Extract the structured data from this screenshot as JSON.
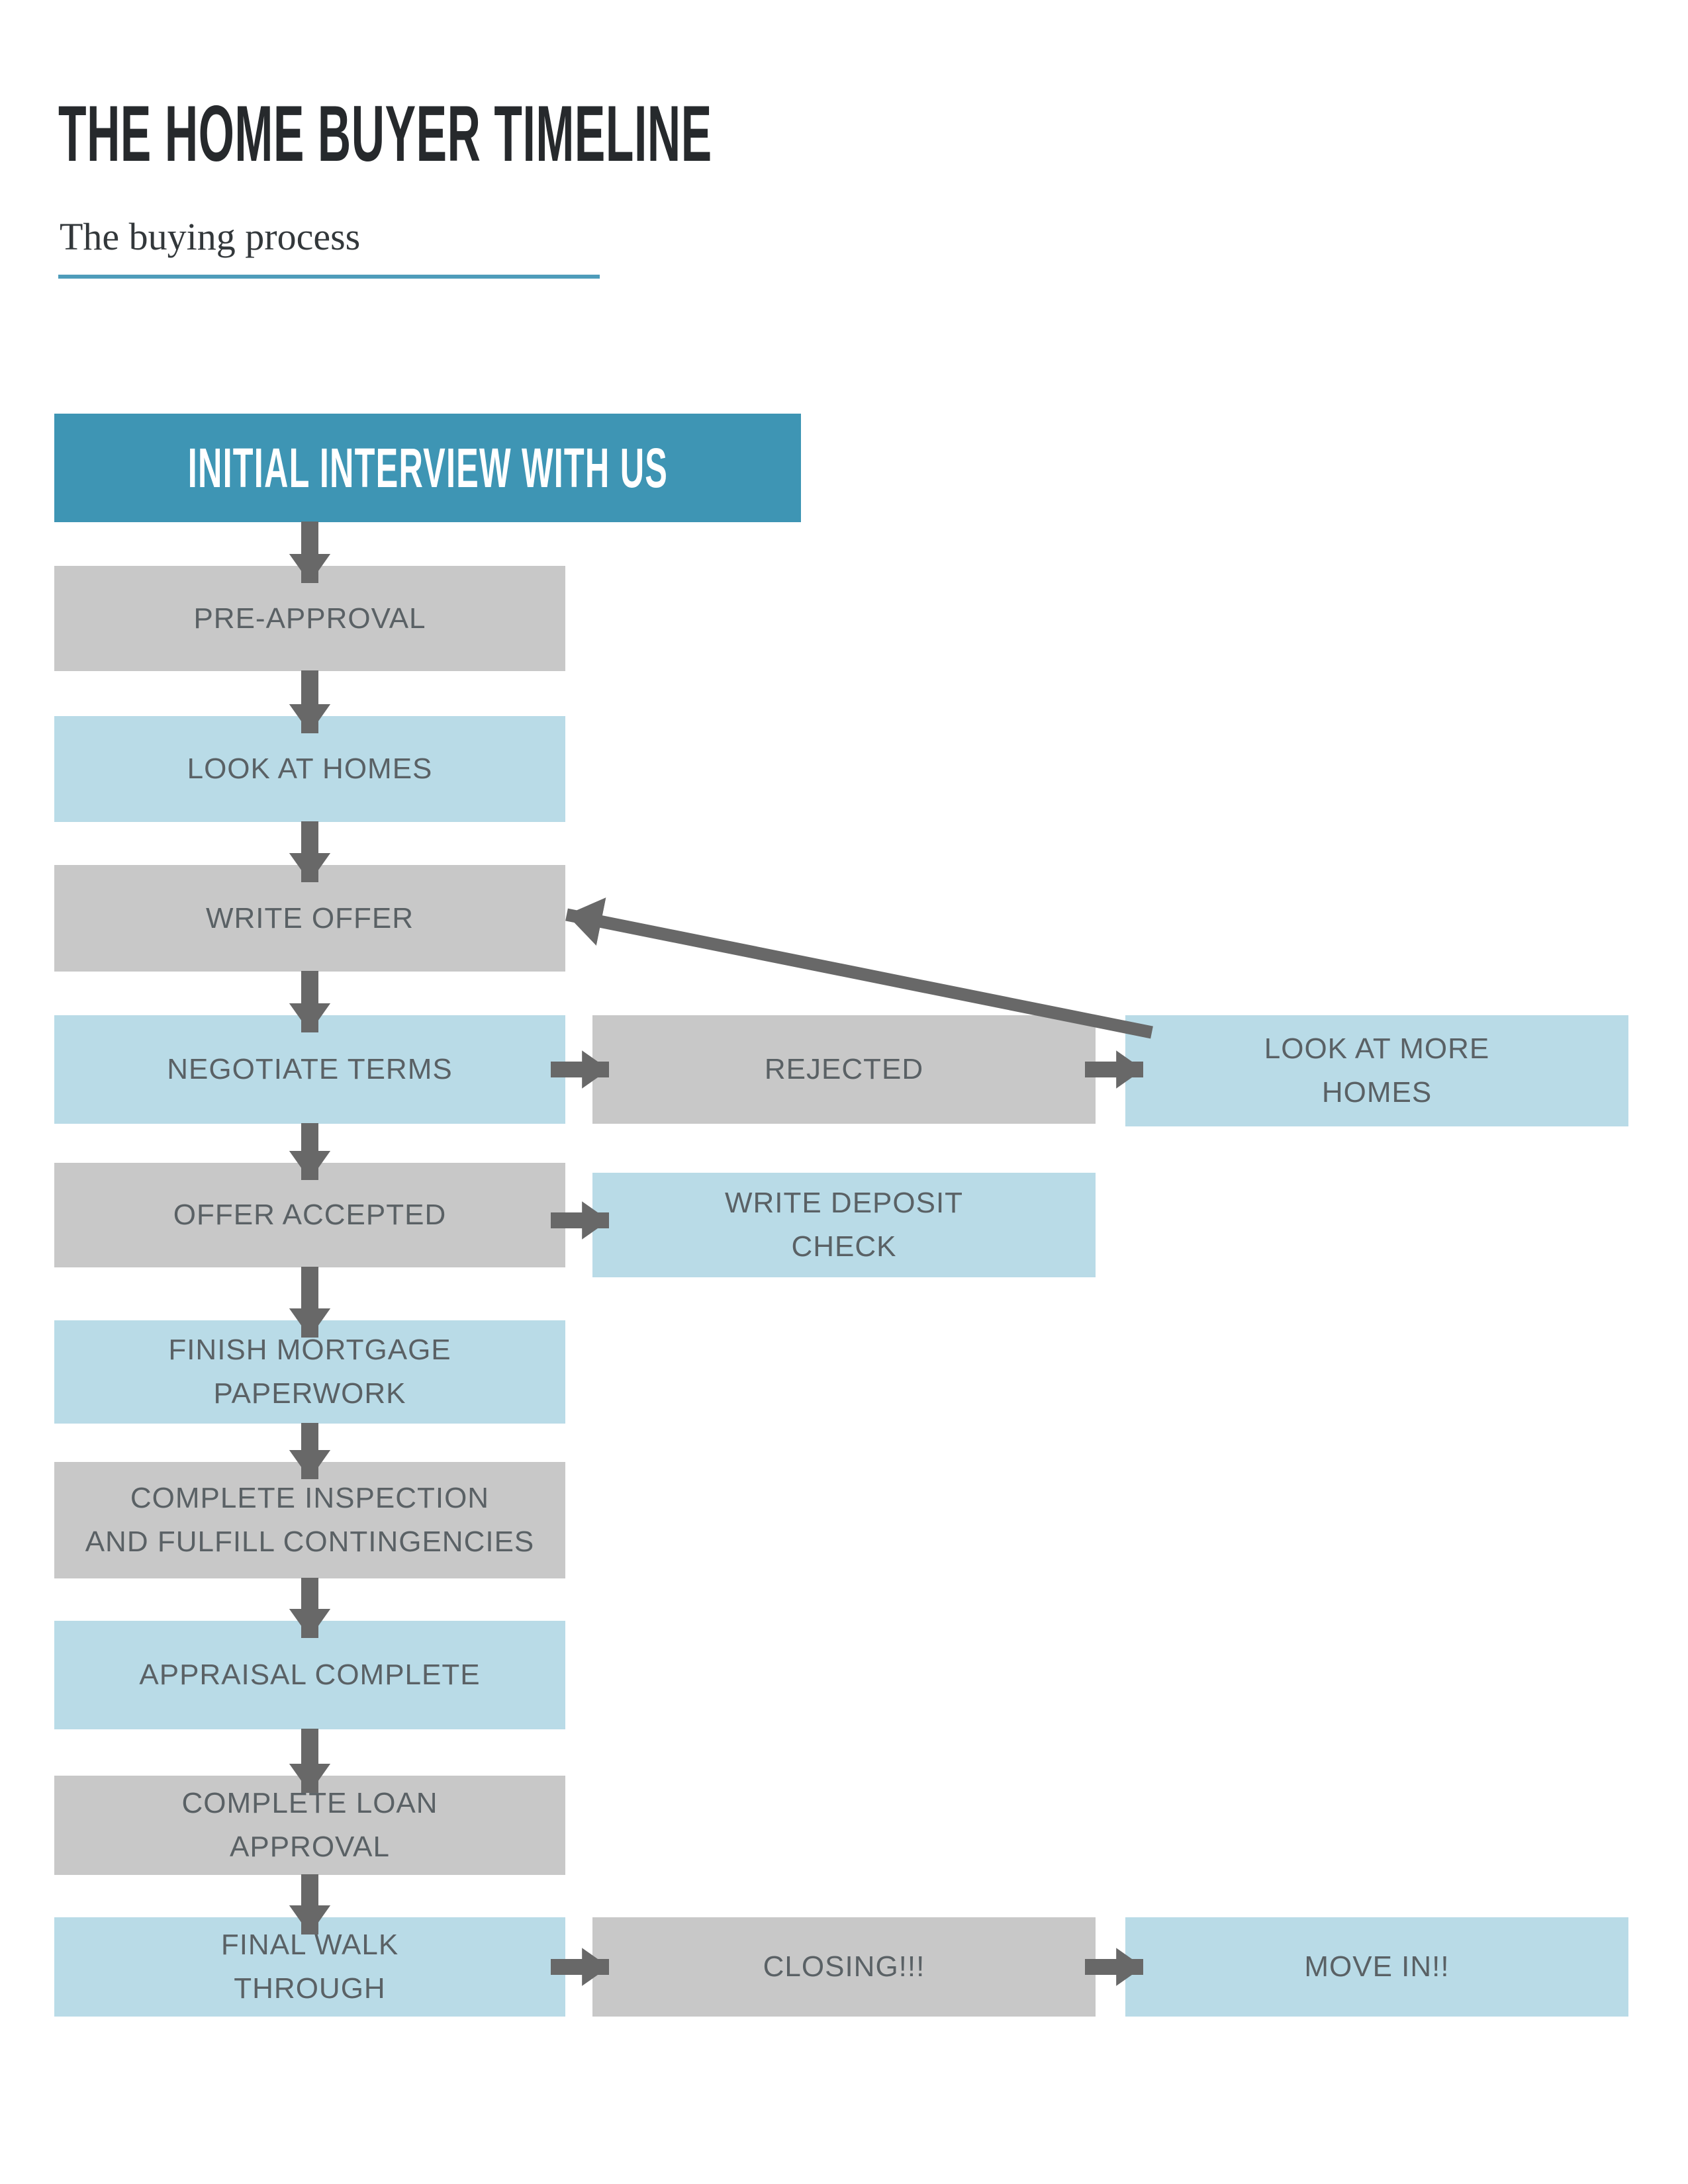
{
  "header": {
    "title": "THE HOME BUYER TIMELINE",
    "subtitle": "The buying process"
  },
  "colors": {
    "primary_teal": "#3E95B4",
    "light_blue": "#B9DBE7",
    "gray": "#C8C8C8",
    "arrow_gray": "#686868",
    "node_text": "#5A6165",
    "title_text": "#26292C",
    "subtitle_underline": "#4E9CBA"
  },
  "flowchart": {
    "nodes": {
      "initial": {
        "label": "INITIAL INTERVIEW WITH US",
        "variant": "teal"
      },
      "pre_approval": {
        "label": "PRE-APPROVAL",
        "variant": "gray"
      },
      "look_at_homes": {
        "label": "LOOK AT HOMES",
        "variant": "blue"
      },
      "write_offer": {
        "label": "WRITE OFFER",
        "variant": "gray"
      },
      "negotiate_terms": {
        "label": "NEGOTIATE TERMS",
        "variant": "blue"
      },
      "rejected": {
        "label": "REJECTED",
        "variant": "gray"
      },
      "look_at_more_homes": {
        "label": [
          "LOOK AT MORE",
          "HOMES"
        ],
        "variant": "blue"
      },
      "offer_accepted": {
        "label": "OFFER ACCEPTED",
        "variant": "gray"
      },
      "write_deposit_check": {
        "label": [
          "WRITE DEPOSIT",
          "CHECK"
        ],
        "variant": "blue"
      },
      "finish_mortgage_paperwork": {
        "label": [
          "FINISH MORTGAGE",
          "PAPERWORK"
        ],
        "variant": "blue"
      },
      "complete_inspection": {
        "label": [
          "COMPLETE INSPECTION",
          "AND FULFILL CONTINGENCIES"
        ],
        "variant": "gray"
      },
      "appraisal_complete": {
        "label": "APPRAISAL COMPLETE",
        "variant": "blue"
      },
      "complete_loan_approval": {
        "label": [
          "COMPLETE LOAN",
          "APPROVAL"
        ],
        "variant": "gray"
      },
      "final_walk_through": {
        "label": [
          "FINAL WALK",
          "THROUGH"
        ],
        "variant": "blue"
      },
      "closing": {
        "label": "CLOSING!!!",
        "variant": "gray"
      },
      "move_in": {
        "label": "MOVE IN!!",
        "variant": "blue"
      }
    },
    "edges": [
      {
        "from": "initial",
        "to": "pre_approval"
      },
      {
        "from": "pre_approval",
        "to": "look_at_homes"
      },
      {
        "from": "look_at_homes",
        "to": "write_offer"
      },
      {
        "from": "write_offer",
        "to": "negotiate_terms"
      },
      {
        "from": "negotiate_terms",
        "to": "rejected"
      },
      {
        "from": "rejected",
        "to": "look_at_more_homes"
      },
      {
        "from": "look_at_more_homes",
        "to": "write_offer"
      },
      {
        "from": "negotiate_terms",
        "to": "offer_accepted"
      },
      {
        "from": "offer_accepted",
        "to": "write_deposit_check"
      },
      {
        "from": "offer_accepted",
        "to": "finish_mortgage_paperwork"
      },
      {
        "from": "finish_mortgage_paperwork",
        "to": "complete_inspection"
      },
      {
        "from": "complete_inspection",
        "to": "appraisal_complete"
      },
      {
        "from": "appraisal_complete",
        "to": "complete_loan_approval"
      },
      {
        "from": "complete_loan_approval",
        "to": "final_walk_through"
      },
      {
        "from": "final_walk_through",
        "to": "closing"
      },
      {
        "from": "closing",
        "to": "move_in"
      }
    ]
  }
}
